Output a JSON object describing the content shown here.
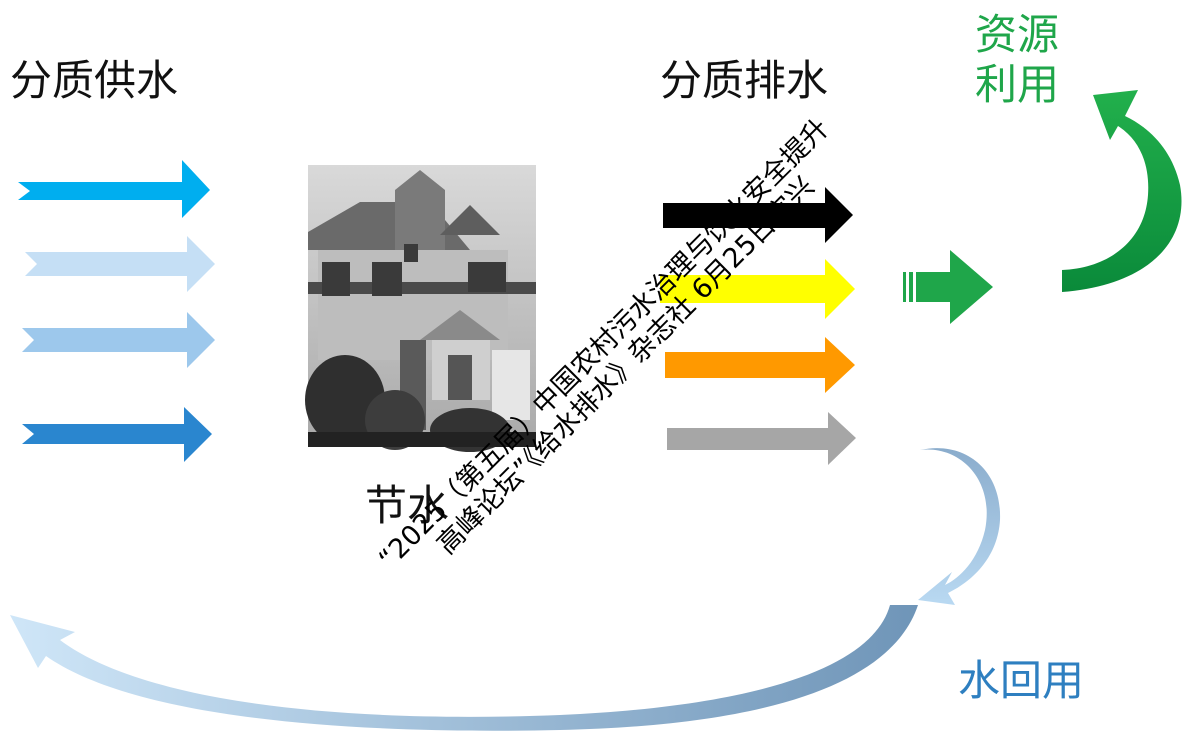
{
  "labels": {
    "supply": "分质供水",
    "drain": "分质排水",
    "save": "节水",
    "resource_line1": "资源",
    "resource_line2": "利用",
    "reuse": "水回用"
  },
  "watermark": {
    "line1": "“2025（第五届）中国农村污水治理与饮水安全提升",
    "line2": "高峰论坛”《给水排水》杂志社 6月25日宜兴"
  },
  "colors": {
    "supply_arrows": [
      "#00aeef",
      "#c5dff5",
      "#9dc8ec",
      "#2a86cf"
    ],
    "drain_arrows": [
      "#000000",
      "#ffff00",
      "#ff9900",
      "#a6a6a6"
    ],
    "resource_green": "#1fa64a",
    "reuse_blue": "#2e7fc0"
  },
  "icons": {
    "house": "house-photo"
  }
}
